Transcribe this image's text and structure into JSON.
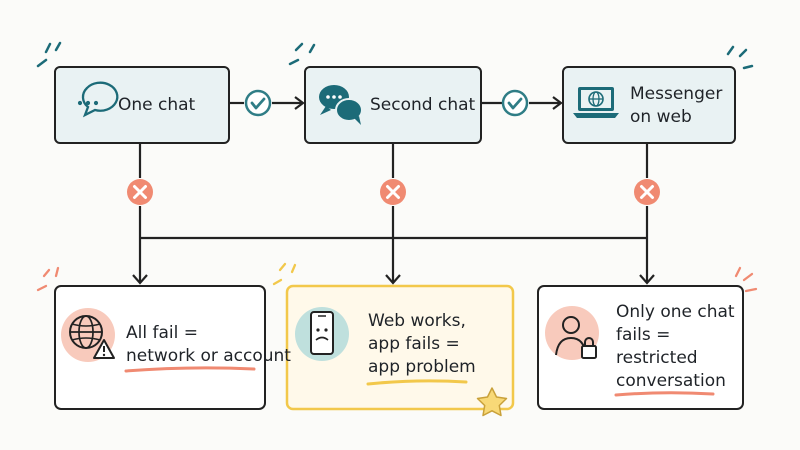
{
  "steps": [
    {
      "label": "One chat",
      "icon": "speech-bubble-dots-icon"
    },
    {
      "label": "Second chat",
      "icon": "double-chat-bubbles-icon"
    },
    {
      "label_line1": "Messenger",
      "label_line2": "on web",
      "icon": "laptop-globe-icon"
    }
  ],
  "connectors": {
    "pass_icon": "check-circle-icon",
    "fail_icon": "x-circle-icon"
  },
  "outcomes": [
    {
      "line1": "All fail =",
      "line2": "network or account",
      "icon": "globe-warning-icon"
    },
    {
      "line1": "Web works,",
      "line2": "app fails =",
      "line3": "app problem",
      "icon": "sad-phone-icon",
      "badge_icon": "star-icon"
    },
    {
      "line1": "Only one chat",
      "line2": "fails =",
      "line3": "restricted",
      "line4": "conversation",
      "icon": "user-lock-icon"
    }
  ],
  "colors": {
    "step_fill": "#e9f2f3",
    "teal": "#1c6b78",
    "check": "#2f7d86",
    "fail": "#f08a72",
    "highlight_fill": "#fff9ea",
    "highlight_border": "#f2c84b",
    "underline_red": "#f08a72",
    "underline_yellow": "#f2c84b",
    "ink": "#1f2328"
  }
}
